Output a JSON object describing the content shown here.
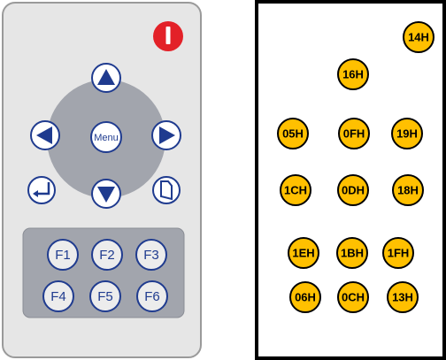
{
  "remote": {
    "dpad_center_label": "Menu",
    "function_keys": [
      "F1",
      "F2",
      "F3",
      "F4",
      "F5",
      "F6"
    ]
  },
  "codes": {
    "power": "14H",
    "up": "16H",
    "left": "05H",
    "menu": "0FH",
    "right": "19H",
    "enter": "1CH",
    "down": "0DH",
    "page": "18H",
    "f1": "1EH",
    "f2": "1BH",
    "f3": "1FH",
    "f4": "06H",
    "f5": "0CH",
    "f6": "13H"
  },
  "colors": {
    "remote_body": "#e6e6e6",
    "remote_outline": "#9a9a9a",
    "dpad_pad": "#a2a5ad",
    "key_blue": "#1f3b8f",
    "power_red": "#e32128",
    "fkey_panel": "#a2a5ad",
    "fkey_fill": "#ececec",
    "code_fill": "#ffc000",
    "code_outline": "#000000"
  },
  "icons": {
    "power": "power-icon",
    "up": "arrow-up-icon",
    "down": "arrow-down-icon",
    "left": "arrow-left-icon",
    "right": "arrow-right-icon",
    "enter": "enter-return-icon",
    "page": "page-icon"
  }
}
